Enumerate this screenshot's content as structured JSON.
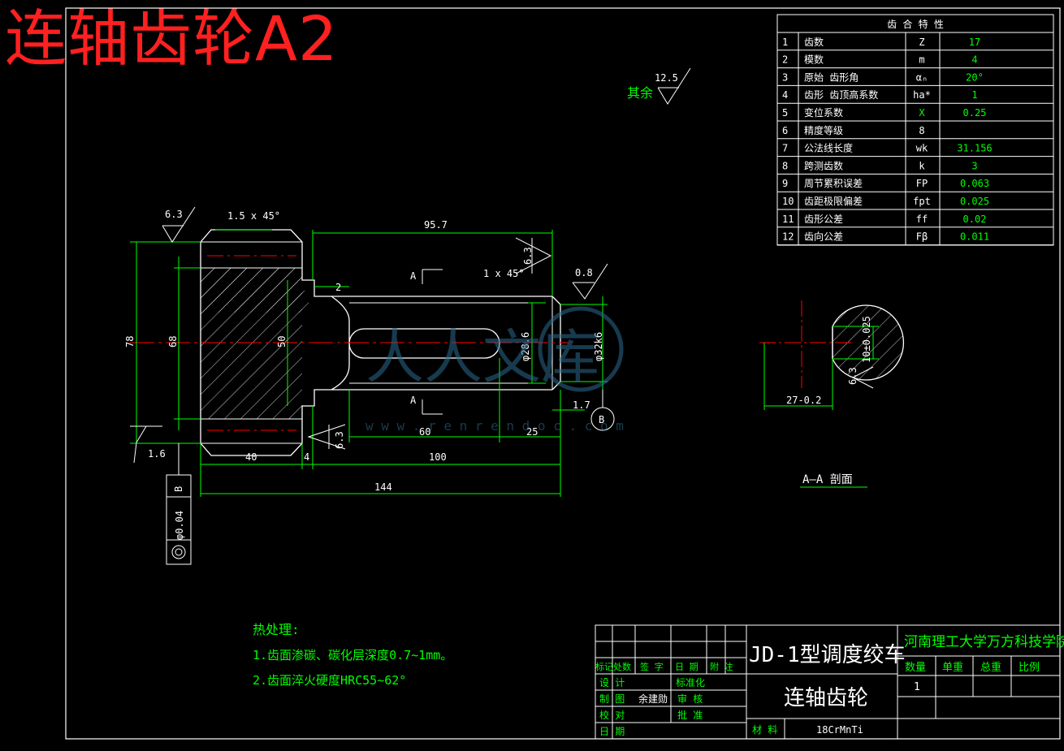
{
  "title": "连轴齿轮A2",
  "surface_roughness_note": {
    "label": "其余",
    "value": "12.5"
  },
  "gear_table": {
    "header": "齿 合 特 性",
    "rows": [
      {
        "no": "1",
        "name": "齿数",
        "symbol": "Z",
        "value": "17"
      },
      {
        "no": "2",
        "name": "模数",
        "symbol": "m",
        "value": "4"
      },
      {
        "no": "3",
        "name": "原始 齿形角",
        "symbol": "αₙ",
        "value": "20°"
      },
      {
        "no": "4",
        "name": "齿形 齿顶高系数",
        "symbol": "ha*",
        "value": "1"
      },
      {
        "no": "5",
        "name": "变位系数",
        "symbol": "X",
        "value": "0.25"
      },
      {
        "no": "6",
        "name": "精度等级",
        "symbol": "8",
        "value": ""
      },
      {
        "no": "7",
        "name": "公法线长度",
        "symbol": "wk",
        "value": "31.156"
      },
      {
        "no": "8",
        "name": "跨测齿数",
        "symbol": "k",
        "value": "3"
      },
      {
        "no": "9",
        "name": "周节累积误差",
        "symbol": "FP",
        "value": "0.063"
      },
      {
        "no": "10",
        "name": "齿距极限偏差",
        "symbol": "fpt",
        "value": "0.025"
      },
      {
        "no": "11",
        "name": "齿形公差",
        "symbol": "ff",
        "value": "0.02"
      },
      {
        "no": "12",
        "name": "齿向公差",
        "symbol": "Fβ",
        "value": "0.011"
      }
    ]
  },
  "dimensions": {
    "chamfer_top": "1.5 x 45°",
    "rough_63_left": "6.3",
    "len_957": "95.7",
    "rough_63_mid": "6.3",
    "chamfer_right": "1 x 45°",
    "rough_08": "0.8",
    "dim_2": "2",
    "dia_78": "78",
    "dia_68": "68",
    "dia_50": "50",
    "dia_286": "φ28.6",
    "dia_32": "φ32k6",
    "dim_17": "1.7",
    "datum_b": "B",
    "rough_16": "1.6",
    "rough_63_bottom": "6.3",
    "len_60": "60",
    "len_25": "25",
    "len_40": "40",
    "len_4": "4",
    "len_100": "100",
    "len_144": "144",
    "section_a": "A",
    "key_width": "10±0.025",
    "key_depth": "27-0.2",
    "rough_63_section": "6.3",
    "section_label": "A—A 剖面",
    "tolerance_frame_value": "φ0.04",
    "tolerance_frame_datum": "B"
  },
  "heat_treatment": {
    "title": "热处理:",
    "items": [
      "1.齿面渗碳、碳化层深度0.7~1mm。",
      "2.齿面淬火硬度HRC55~62°"
    ]
  },
  "watermark": {
    "brand": "人人文库",
    "url": "w w w . r e n r e n d o c . c o m"
  },
  "title_block": {
    "machine": "JD-1型调度绞车",
    "part": "连轴齿轮",
    "school": "河南理工大学万方科技学院",
    "col_headers": [
      "数量",
      "单重",
      "总重",
      "比例"
    ],
    "quantity": "1",
    "sign_headers": [
      "标记",
      "处数",
      "签 字",
      "日 期",
      "附 注"
    ],
    "design_label": "设 计",
    "standardize_label": "标准化",
    "drawing_label": "制 图",
    "drawer_name": "余建勋",
    "review_label": "审 核",
    "proof_label": "校 对",
    "approve_label": "批 准",
    "date_label": "日 期",
    "material_label": "材 料",
    "material": "18CrMnTi"
  },
  "colors": {
    "line": "#ffffff",
    "dim": "#00ff00",
    "center": "#ff0000",
    "title": "#ff2020"
  }
}
